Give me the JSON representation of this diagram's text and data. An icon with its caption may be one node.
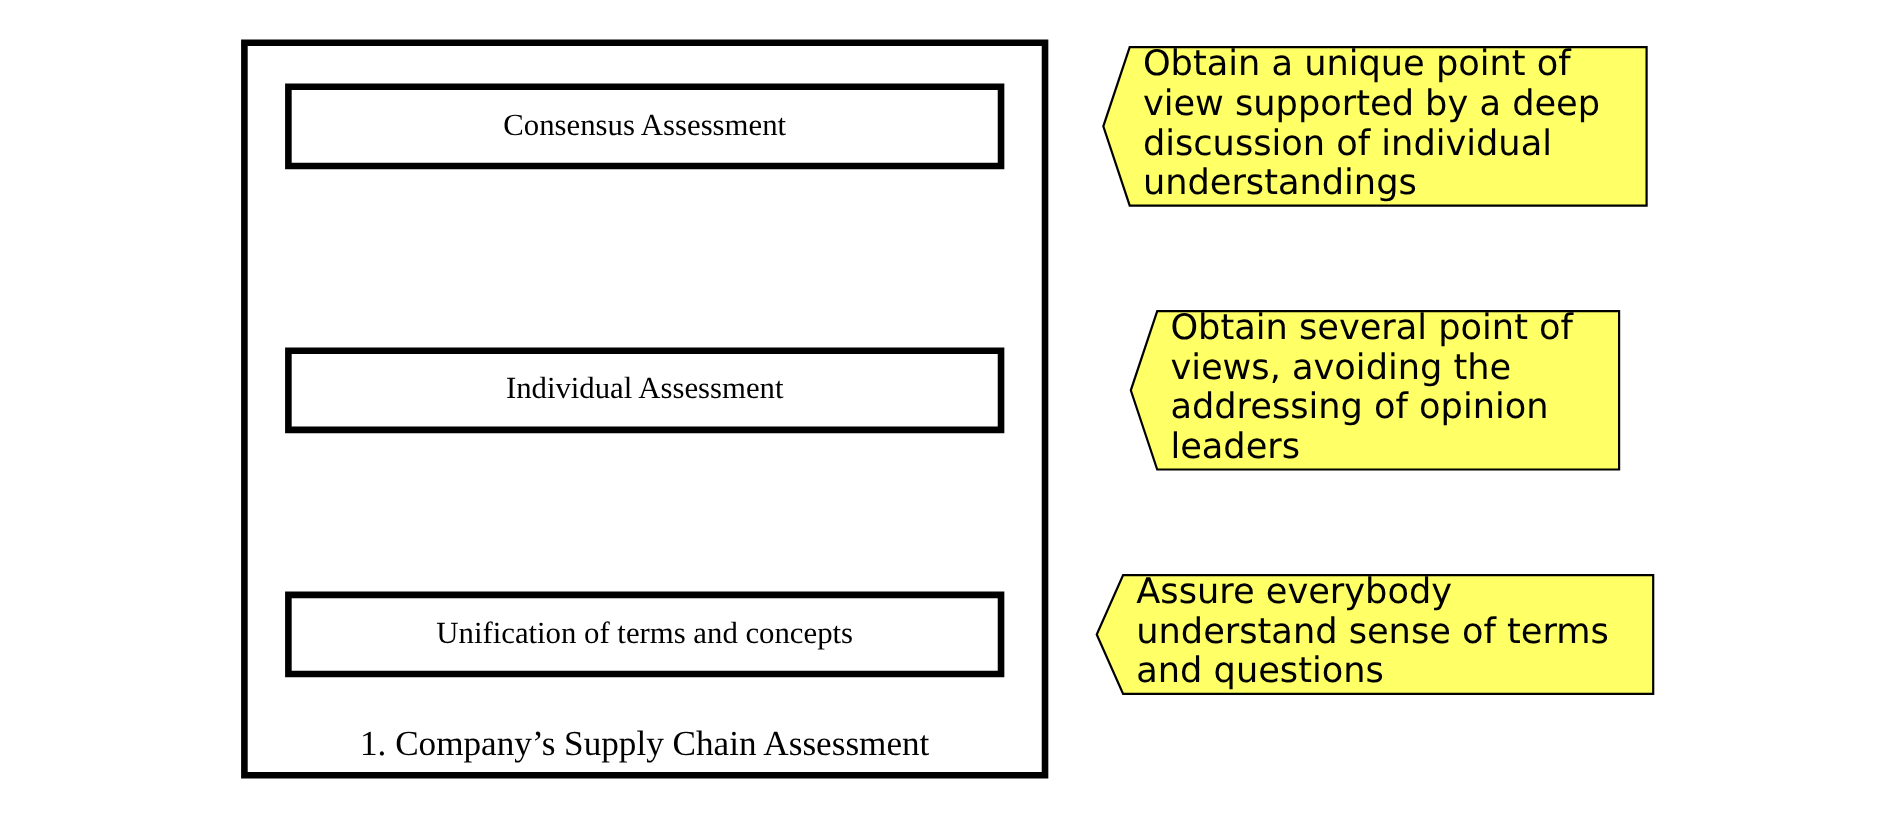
{
  "diagram": {
    "nodes": [
      {
        "text": [
          "1. Company’s Supply Chain Assessment"
        ]
      },
      {
        "text": [
          "Consensus Assessment"
        ],
        "in": 0
      },
      {
        "text": [
          "Individual Assessment"
        ],
        "in": 0
      },
      {
        "text": [
          "Unification of terms and concepts"
        ],
        "in": 0
      },
      {
        "text": [
          "Obtain a unique point of view supported by a deep discussion of individual understandings"
        ]
      },
      {
        "text": [
          "Obtain several point of views, avoiding the addressing of opinion leaders"
        ]
      },
      {
        "text": [
          "Assure everybody understand sense of terms and questions"
        ]
      }
    ],
    "edges": []
  }
}
